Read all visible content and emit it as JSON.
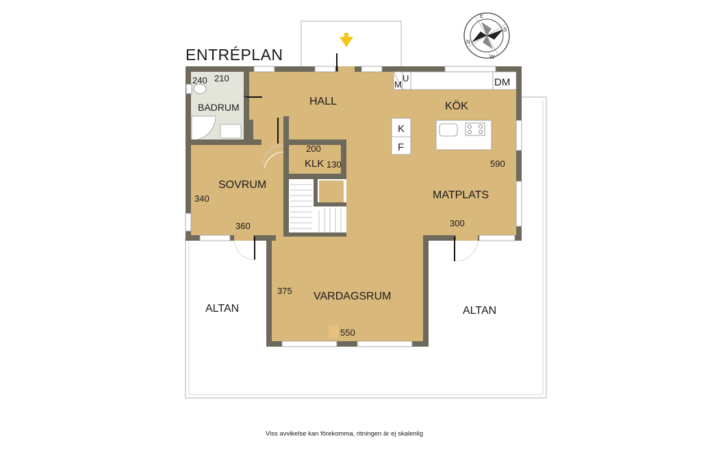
{
  "plan_title": "ENTRÉPLAN",
  "rooms": {
    "hall": "HALL",
    "kok": "KÖK",
    "badrum": "BADRUM",
    "klk": "KLK",
    "sovrum": "SOVRUM",
    "matplats": "MATPLATS",
    "vardagsrum": "VARDAGSRUM",
    "altan_left": "ALTAN",
    "altan_right": "ALTAN"
  },
  "dimensions": {
    "badrum_width": "210",
    "badrum_height": "240",
    "klk_width": "200",
    "klk_height": "130",
    "sovrum_height": "340",
    "sovrum_width": "360",
    "kok_height": "590",
    "matplats_width": "300",
    "vardagsrum_height": "375",
    "vardagsrum_width": "550"
  },
  "appliances": {
    "kyl": "K",
    "frys": "F",
    "microwave": "M",
    "ugn": "U",
    "diskmaskin": "DM"
  },
  "compass": {
    "n": "N",
    "e": "E",
    "s": "S",
    "w": "W"
  },
  "footer_note": "Viss avvikelse kan förekomma, ritningen är ej skalenlig",
  "colors": {
    "floor": "#D9B87C",
    "wet_room": "#E4E5DA",
    "wall": "#6E6A5B",
    "entrance_arrow": "#F5C518"
  }
}
